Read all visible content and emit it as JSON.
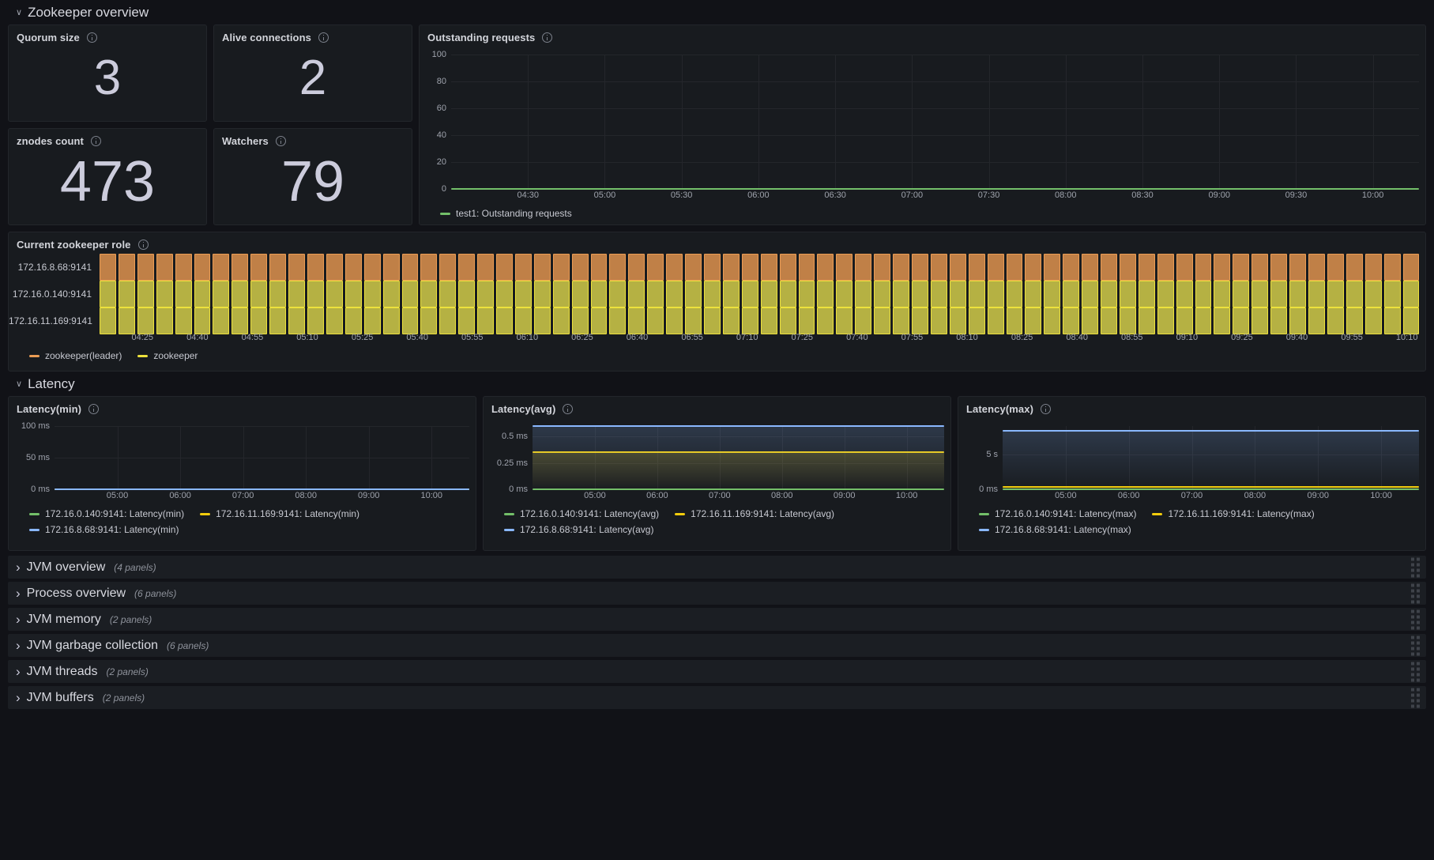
{
  "sections": {
    "zookeeper_overview": {
      "title": "Zookeeper overview",
      "chevron": "chevron-down"
    },
    "latency": {
      "title": "Latency",
      "chevron": "chevron-down"
    }
  },
  "stats": [
    {
      "title": "Quorum size",
      "value": "3",
      "size": "big"
    },
    {
      "title": "Alive connections",
      "value": "2",
      "size": "big"
    },
    {
      "title": "znodes count",
      "value": "473",
      "size": "huge"
    },
    {
      "title": "Watchers",
      "value": "79",
      "size": "huge"
    }
  ],
  "outstanding_requests": {
    "title": "Outstanding requests",
    "legend": [
      {
        "label": "test1: Outstanding requests",
        "color": "#73bf69"
      }
    ]
  },
  "zookeeper_role": {
    "title": "Current zookeeper role",
    "rows": [
      {
        "label": "172.16.8.68:9141",
        "state": "zookeeper(leader)"
      },
      {
        "label": "172.16.0.140:9141",
        "state": "zookeeper"
      },
      {
        "label": "172.16.11.169:9141",
        "state": "zookeeper"
      }
    ],
    "legend": [
      {
        "label": "zookeeper(leader)",
        "color": "#eb9c54"
      },
      {
        "label": "zookeeper",
        "color": "#ede13c"
      }
    ]
  },
  "latency_panels": [
    {
      "title": "Latency(min)",
      "legend": [
        {
          "label": "172.16.0.140:9141: Latency(min)",
          "color": "#73bf69"
        },
        {
          "label": "172.16.11.169:9141: Latency(min)",
          "color": "#f2cc0c"
        },
        {
          "label": "172.16.8.68:9141: Latency(min)",
          "color": "#8ab8ff"
        }
      ]
    },
    {
      "title": "Latency(avg)",
      "legend": [
        {
          "label": "172.16.0.140:9141: Latency(avg)",
          "color": "#73bf69"
        },
        {
          "label": "172.16.11.169:9141: Latency(avg)",
          "color": "#f2cc0c"
        },
        {
          "label": "172.16.8.68:9141: Latency(avg)",
          "color": "#8ab8ff"
        }
      ]
    },
    {
      "title": "Latency(max)",
      "legend": [
        {
          "label": "172.16.0.140:9141: Latency(max)",
          "color": "#73bf69"
        },
        {
          "label": "172.16.11.169:9141: Latency(max)",
          "color": "#f2cc0c"
        },
        {
          "label": "172.16.8.68:9141: Latency(max)",
          "color": "#8ab8ff"
        }
      ]
    }
  ],
  "collapsed_rows": [
    {
      "title": "JVM overview",
      "count": "(4 panels)"
    },
    {
      "title": "Process overview",
      "count": "(6 panels)"
    },
    {
      "title": "JVM memory",
      "count": "(2 panels)"
    },
    {
      "title": "JVM garbage collection",
      "count": "(6 panels)"
    },
    {
      "title": "JVM threads",
      "count": "(2 panels)"
    },
    {
      "title": "JVM buffers",
      "count": "(2 panels)"
    }
  ],
  "chart_data": [
    {
      "id": "outstanding_requests",
      "type": "line",
      "title": "Outstanding requests",
      "xlabel": "",
      "ylabel": "",
      "ylim": [
        0,
        100
      ],
      "yticks": [
        0,
        20,
        40,
        60,
        80,
        100
      ],
      "ytick_labels": [
        "0",
        "20",
        "40",
        "60",
        "80",
        "100"
      ],
      "xtick_labels": [
        "04:30",
        "05:00",
        "05:30",
        "06:00",
        "06:30",
        "07:00",
        "07:30",
        "08:00",
        "08:30",
        "09:00",
        "09:30",
        "10:00"
      ],
      "grid": true,
      "legend_position": "bottom",
      "series": [
        {
          "name": "test1: Outstanding requests",
          "color": "#73bf69",
          "constant_value": 0
        }
      ]
    },
    {
      "id": "current_zookeeper_role",
      "type": "state-timeline",
      "title": "Current zookeeper role",
      "categories": [
        "172.16.8.68:9141",
        "172.16.0.140:9141",
        "172.16.11.169:9141"
      ],
      "xtick_labels": [
        "04:25",
        "04:40",
        "04:55",
        "05:10",
        "05:25",
        "05:40",
        "05:55",
        "06:10",
        "06:25",
        "06:40",
        "06:55",
        "07:10",
        "07:25",
        "07:40",
        "07:55",
        "08:10",
        "08:25",
        "08:40",
        "08:55",
        "09:10",
        "09:25",
        "09:40",
        "09:55",
        "10:10"
      ],
      "states": [
        {
          "row": "172.16.8.68:9141",
          "value": "zookeeper(leader)",
          "color": "#eb9c54"
        },
        {
          "row": "172.16.0.140:9141",
          "value": "zookeeper",
          "color": "#ede13c"
        },
        {
          "row": "172.16.11.169:9141",
          "value": "zookeeper",
          "color": "#ede13c"
        }
      ],
      "segments_per_row": 70,
      "legend_position": "bottom"
    },
    {
      "id": "latency_min",
      "type": "line",
      "title": "Latency(min)",
      "ylim": [
        0,
        100
      ],
      "yticks": [
        0,
        50,
        100
      ],
      "ytick_labels": [
        "0 ms",
        "50 ms",
        "100 ms"
      ],
      "xtick_labels": [
        "05:00",
        "06:00",
        "07:00",
        "08:00",
        "09:00",
        "10:00"
      ],
      "grid": true,
      "legend_position": "bottom",
      "series": [
        {
          "name": "172.16.0.140:9141: Latency(min)",
          "color": "#73bf69",
          "constant_value": 0
        },
        {
          "name": "172.16.11.169:9141: Latency(min)",
          "color": "#f2cc0c",
          "constant_value": 0
        },
        {
          "name": "172.16.8.68:9141: Latency(min)",
          "color": "#8ab8ff",
          "constant_value": 0
        }
      ]
    },
    {
      "id": "latency_avg",
      "type": "line",
      "title": "Latency(avg)",
      "ylim": [
        0,
        0.6
      ],
      "yticks": [
        0,
        0.25,
        0.5
      ],
      "ytick_labels": [
        "0 ms",
        "0.25 ms",
        "0.5 ms"
      ],
      "xtick_labels": [
        "05:00",
        "06:00",
        "07:00",
        "08:00",
        "09:00",
        "10:00"
      ],
      "grid": true,
      "legend_position": "bottom",
      "series": [
        {
          "name": "172.16.0.140:9141: Latency(avg)",
          "color": "#73bf69",
          "constant_value": 0
        },
        {
          "name": "172.16.11.169:9141: Latency(avg)",
          "color": "#f2cc0c",
          "constant_value": 0.35
        },
        {
          "name": "172.16.8.68:9141: Latency(avg)",
          "color": "#8ab8ff",
          "constant_value": 0.6
        }
      ]
    },
    {
      "id": "latency_max",
      "type": "line",
      "title": "Latency(max)",
      "ylim": [
        0,
        9
      ],
      "yticks": [
        0,
        5
      ],
      "ytick_labels": [
        "0 ms",
        "5 s"
      ],
      "xtick_labels": [
        "05:00",
        "06:00",
        "07:00",
        "08:00",
        "09:00",
        "10:00"
      ],
      "grid": true,
      "legend_position": "bottom",
      "series": [
        {
          "name": "172.16.0.140:9141: Latency(max)",
          "color": "#73bf69",
          "constant_value": 0
        },
        {
          "name": "172.16.11.169:9141: Latency(max)",
          "color": "#f2cc0c",
          "constant_value": 0.3
        },
        {
          "name": "172.16.8.68:9141: Latency(max)",
          "color": "#8ab8ff",
          "constant_value": 8.3
        }
      ]
    }
  ]
}
